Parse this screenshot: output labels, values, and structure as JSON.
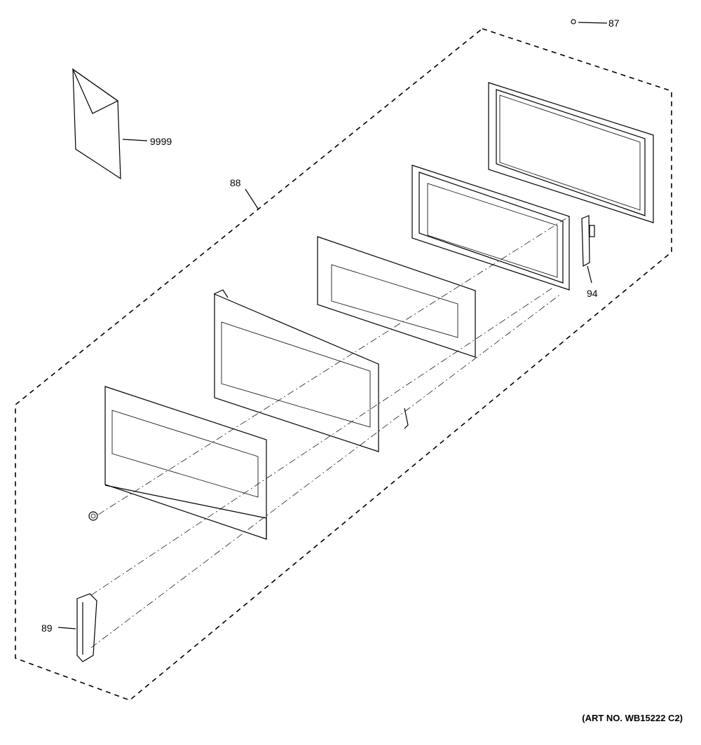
{
  "diagram": {
    "callouts": [
      {
        "id": "87",
        "label": "87"
      },
      {
        "id": "9999",
        "label": "9999"
      },
      {
        "id": "88",
        "label": "88"
      },
      {
        "id": "94",
        "label": "94"
      },
      {
        "id": "89",
        "label": "89"
      }
    ],
    "art_number": "(ART NO. WB15222 C2)"
  }
}
